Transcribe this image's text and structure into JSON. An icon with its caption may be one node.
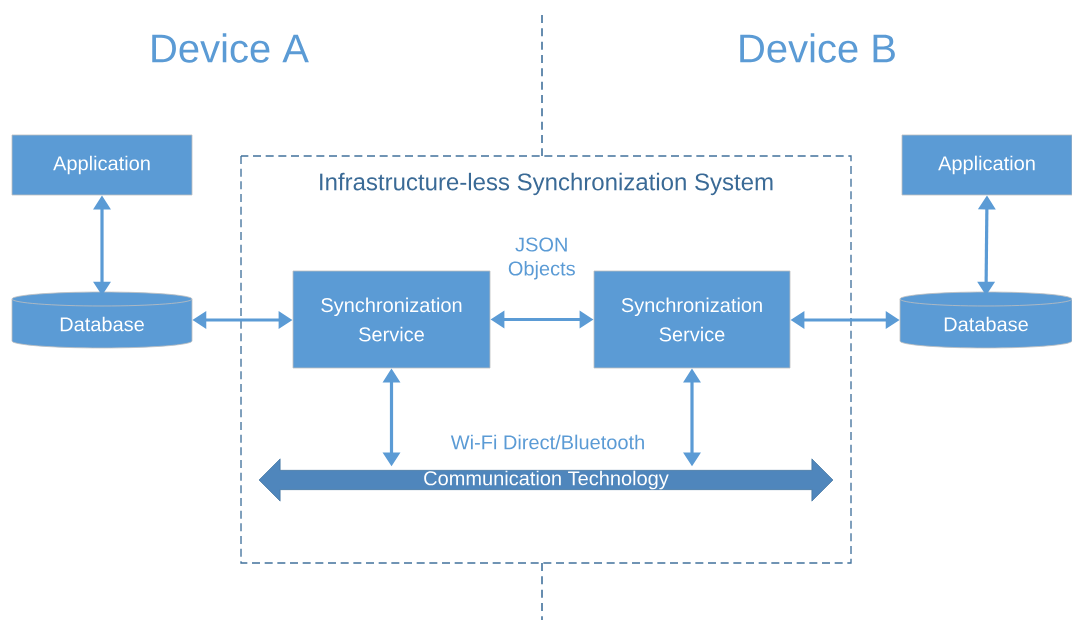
{
  "diagram": {
    "nodes": [
      {
        "text": [
          "Infrastructure-less Synchronization System"
        ]
      },
      {
        "text": [
          "Application"
        ]
      },
      {
        "text": [
          "Database"
        ]
      },
      {
        "text": [
          "Synchronization Service"
        ],
        "in": 0
      },
      {
        "text": [
          "Synchronization Service"
        ],
        "in": 0
      },
      {
        "text": [
          "Application"
        ]
      },
      {
        "text": [
          "Database"
        ]
      },
      {
        "text": [
          "Communication Technology"
        ],
        "in": 0,
        "beside": [
          "Wi-Fi Direct/Bluetooth"
        ]
      }
    ],
    "edges": [
      {
        "from": 1,
        "to": 2,
        "arrow": "both"
      },
      {
        "from": 2,
        "to": 3,
        "arrow": "both"
      },
      {
        "from": 3,
        "to": 4,
        "arrow": "both",
        "label": "JSON Objects"
      },
      {
        "from": 4,
        "to": 6,
        "arrow": "both"
      },
      {
        "from": 5,
        "to": 6,
        "arrow": "both"
      },
      {
        "from": 3,
        "to": 7,
        "arrow": "both"
      },
      {
        "from": 4,
        "to": 7,
        "arrow": "both"
      }
    ],
    "labels": [
      "Device A",
      "Device B"
    ]
  }
}
